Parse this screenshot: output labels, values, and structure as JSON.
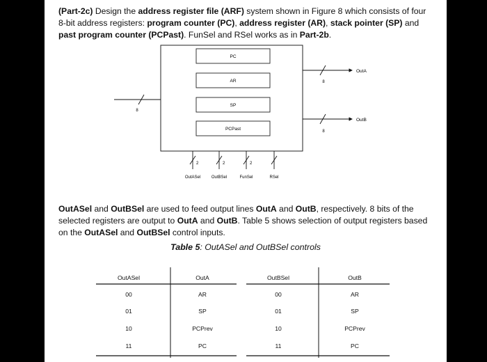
{
  "part2c": {
    "label": "(Part-2c)",
    "t1": " Design the ",
    "arf": "address register file (ARF)",
    "t2": " system shown in Figure 8 which consists of four 8-bit address registers: ",
    "pc": "program counter (PC)",
    "t3": ", ",
    "ar": "address register (AR)",
    "t4": ", ",
    "sp": "stack pointer (SP)",
    "t5": " and ",
    "pcpast": "past program counter (PCPast)",
    "t6": ". FunSel and RSel works as in ",
    "part2b": "Part-2b",
    "t7": "."
  },
  "diagram": {
    "registers": [
      "PC",
      "AR",
      "SP",
      "PCPast"
    ],
    "outputs": [
      {
        "label": "OutA",
        "width": "8"
      },
      {
        "label": "OutB",
        "width": "8"
      }
    ],
    "input_width": "8",
    "controls": [
      {
        "label": "OutASel",
        "width": "2"
      },
      {
        "label": "OutBSel",
        "width": "2"
      },
      {
        "label": "FunSel",
        "width": "2"
      },
      {
        "label": "RSel",
        "width": ""
      }
    ]
  },
  "description": {
    "s1": "OutASel",
    "s2": " and ",
    "s3": "OutBSel",
    "s4": " are used to feed output lines ",
    "s5": "OutA",
    "s6": " and ",
    "s7": "OutB",
    "s8": ", respectively. 8 bits of the selected registers are output to ",
    "s9": "OutA",
    "s10": " and ",
    "s11": "OutB",
    "s12": ". Table 5 shows selection of output registers based on the ",
    "s13": "OutASel",
    "s14": " and ",
    "s15": "OutBSel",
    "s16": " control inputs."
  },
  "table_caption": {
    "bold": "Table 5",
    "rest": ": OutASel and OutBSel controls"
  },
  "table": {
    "headers": [
      "OutASel",
      "OutA",
      "OutBSel",
      "OutB"
    ],
    "rows": [
      [
        "00",
        "AR",
        "00",
        "AR"
      ],
      [
        "01",
        "SP",
        "01",
        "SP"
      ],
      [
        "10",
        "PCPrev",
        "10",
        "PCPrev"
      ],
      [
        "11",
        "PC",
        "11",
        "PC"
      ]
    ]
  }
}
